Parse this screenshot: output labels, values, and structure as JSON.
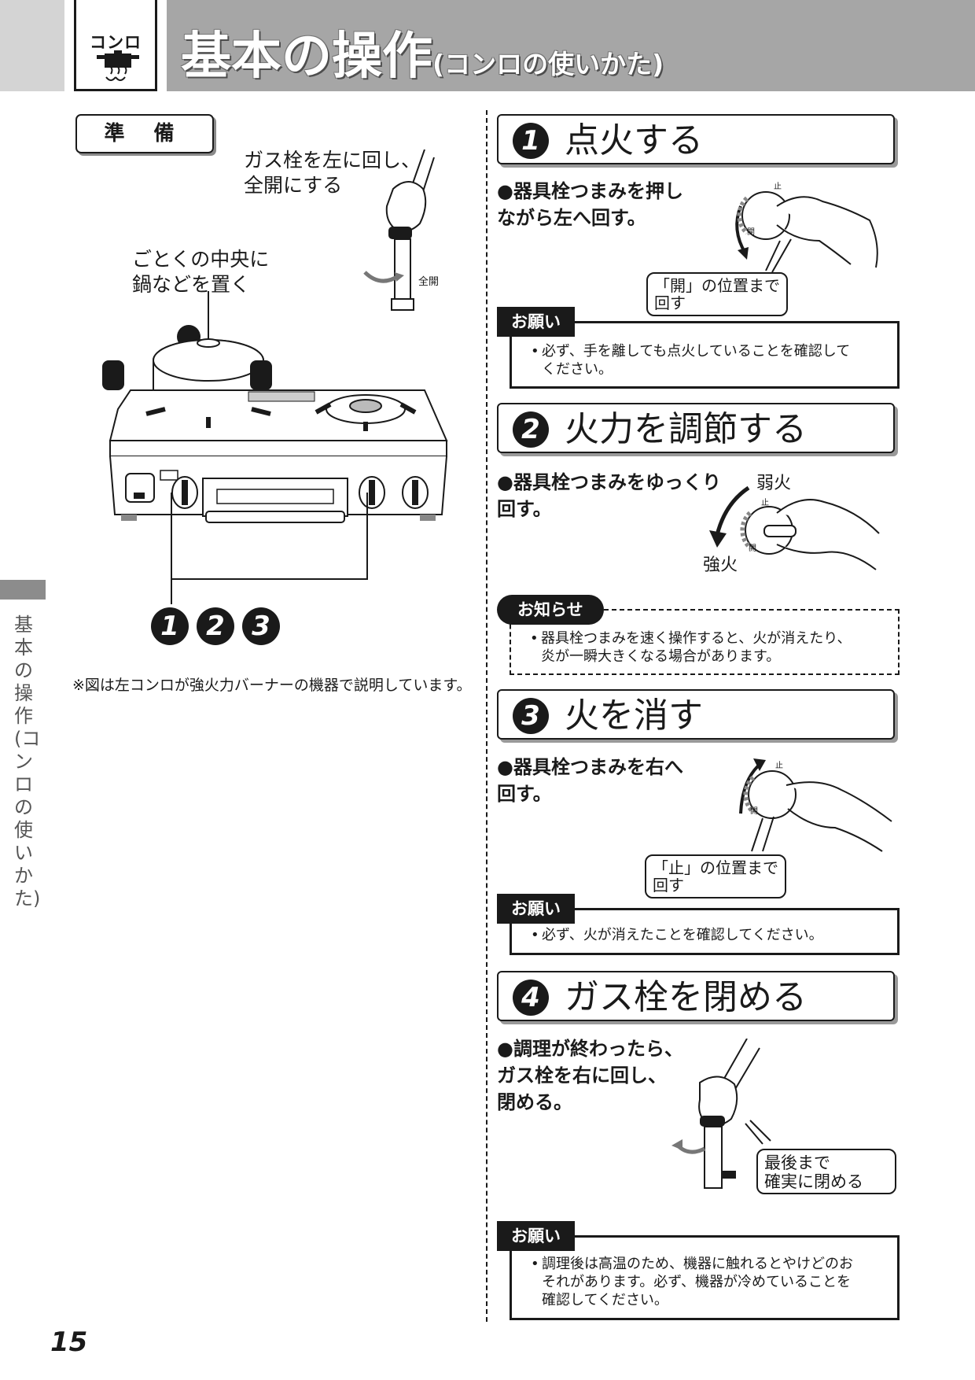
{
  "header": {
    "icon_label": "コンロ",
    "title": "基本の操作",
    "subtitle": "(コンロの使いかた)"
  },
  "side_tab": {
    "text": "基本の操作(コンロの使いかた)"
  },
  "prep": {
    "heading": "準 備",
    "gas_valve_label": "ガス栓を左に回し、\n全開にする",
    "full_open_label": "全開",
    "pot_label": "ごとくの中央に\n鍋などを置く",
    "knob_numbers": [
      "1",
      "2",
      "3"
    ],
    "note": "※図は左コンロが強火力バーナーの機器で説明しています。"
  },
  "steps": [
    {
      "num": "1",
      "title": "点火する",
      "text": "●器具栓つまみを押し\n ながら左へ回す。",
      "callout": "「開」の位置まで\n回す"
    },
    {
      "num": "2",
      "title": "火力を調節する",
      "text": "●器具栓つまみをゆっくり\n 回す。",
      "weak_label": "弱火",
      "strong_label": "強火"
    },
    {
      "num": "3",
      "title": "火を消す",
      "text": "●器具栓つまみを右へ\n 回す。",
      "callout": "「止」の位置まで\n回す"
    },
    {
      "num": "4",
      "title": "ガス栓を閉める",
      "text": "●調理が終わったら、\n ガス栓を右に回し、\n 閉める。",
      "callout": "最後まで\n確実に閉める"
    }
  ],
  "notices": [
    {
      "tag": "お願い",
      "lines": [
        "必ず、手を離しても点火していることを確認して",
        "ください。"
      ]
    },
    {
      "tag": "お知らせ",
      "lines": [
        "器具栓つまみを速く操作すると、火が消えたり、",
        "炎が一瞬大きくなる場合があります。"
      ]
    },
    {
      "tag": "お願い",
      "lines": [
        "必ず、火が消えたことを確認してください。"
      ]
    },
    {
      "tag": "お願い",
      "lines": [
        "調理後は高温のため、機器に触れるとやけどのお",
        "それがあります。必ず、機器が冷めていることを",
        "確認してください。"
      ]
    }
  ],
  "knob_marks": {
    "stop": "止",
    "open": "開"
  },
  "page_number": "15"
}
